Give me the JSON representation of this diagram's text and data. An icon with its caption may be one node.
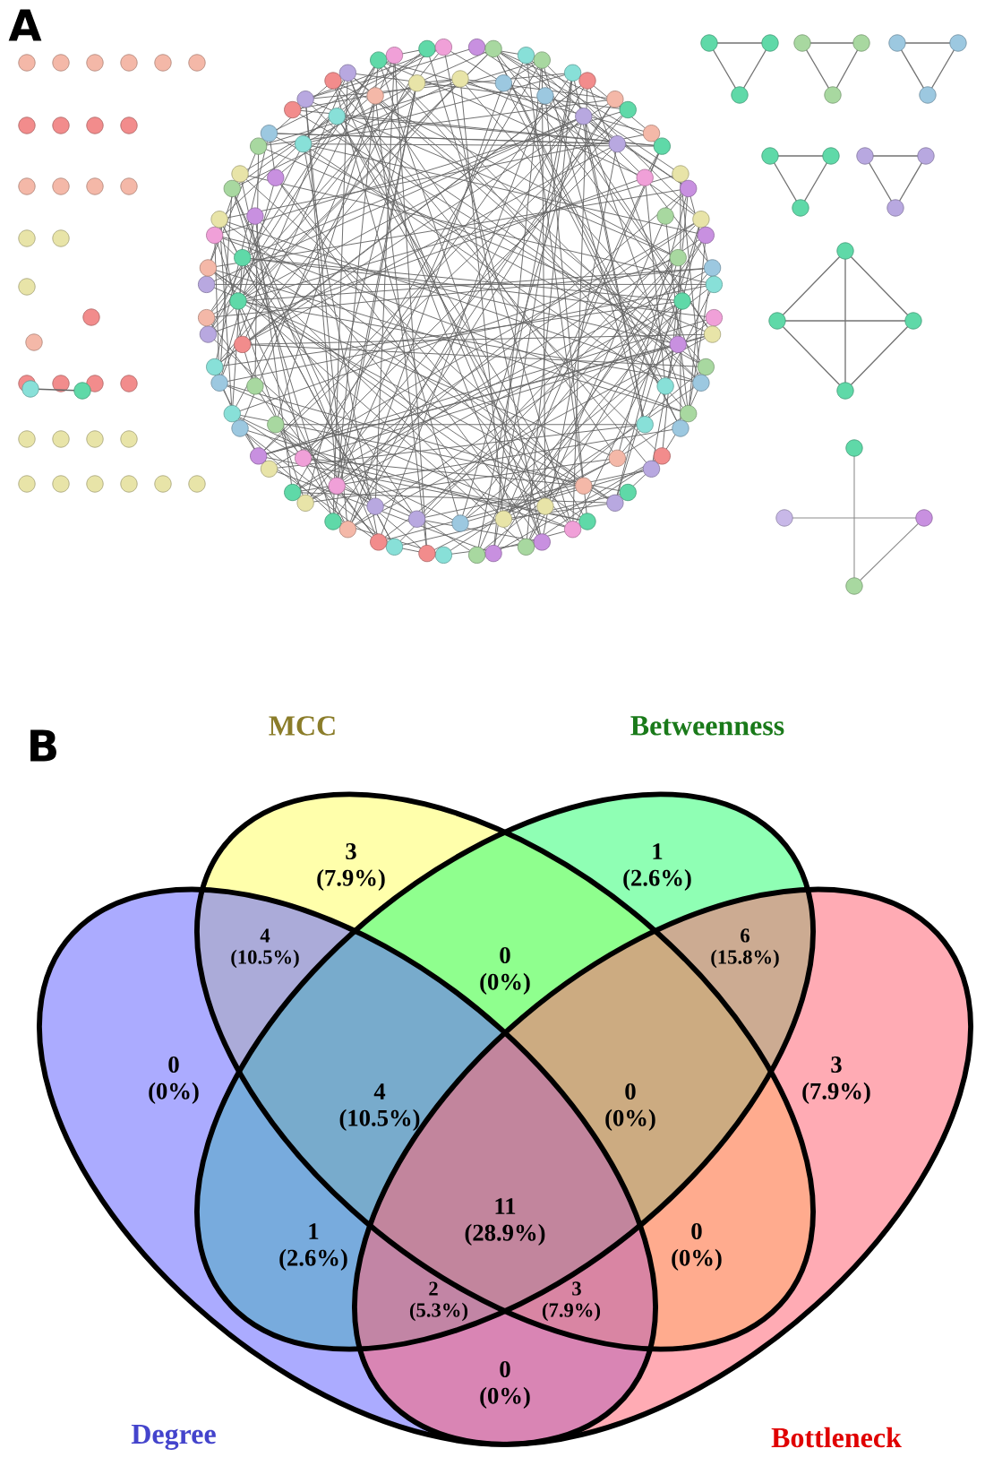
{
  "diagram": {
    "nodes": [
      {
        "text": [
          "MCC"
        ]
      },
      {
        "text": [
          "Betweenness"
        ]
      },
      {
        "text": [
          "Degree"
        ]
      },
      {
        "text": [
          "Bottleneck"
        ]
      }
    ],
    "labels": [
      "A",
      "B",
      "3",
      "(7.9%)",
      "1",
      "(2.6%)",
      "4",
      "(10.5%)",
      "0",
      "(0%)",
      "6",
      "(15.8%)",
      "0",
      "(0%)",
      "3",
      "(7.9%)",
      "4",
      "(10.5%)",
      "0",
      "(0%)",
      "1",
      "(2.6%)",
      "11",
      "(28.9%)",
      "0",
      "(0%)",
      "2",
      "(5.3%)",
      "3",
      "(7.9%)",
      "0",
      "(0%)"
    ]
  }
}
